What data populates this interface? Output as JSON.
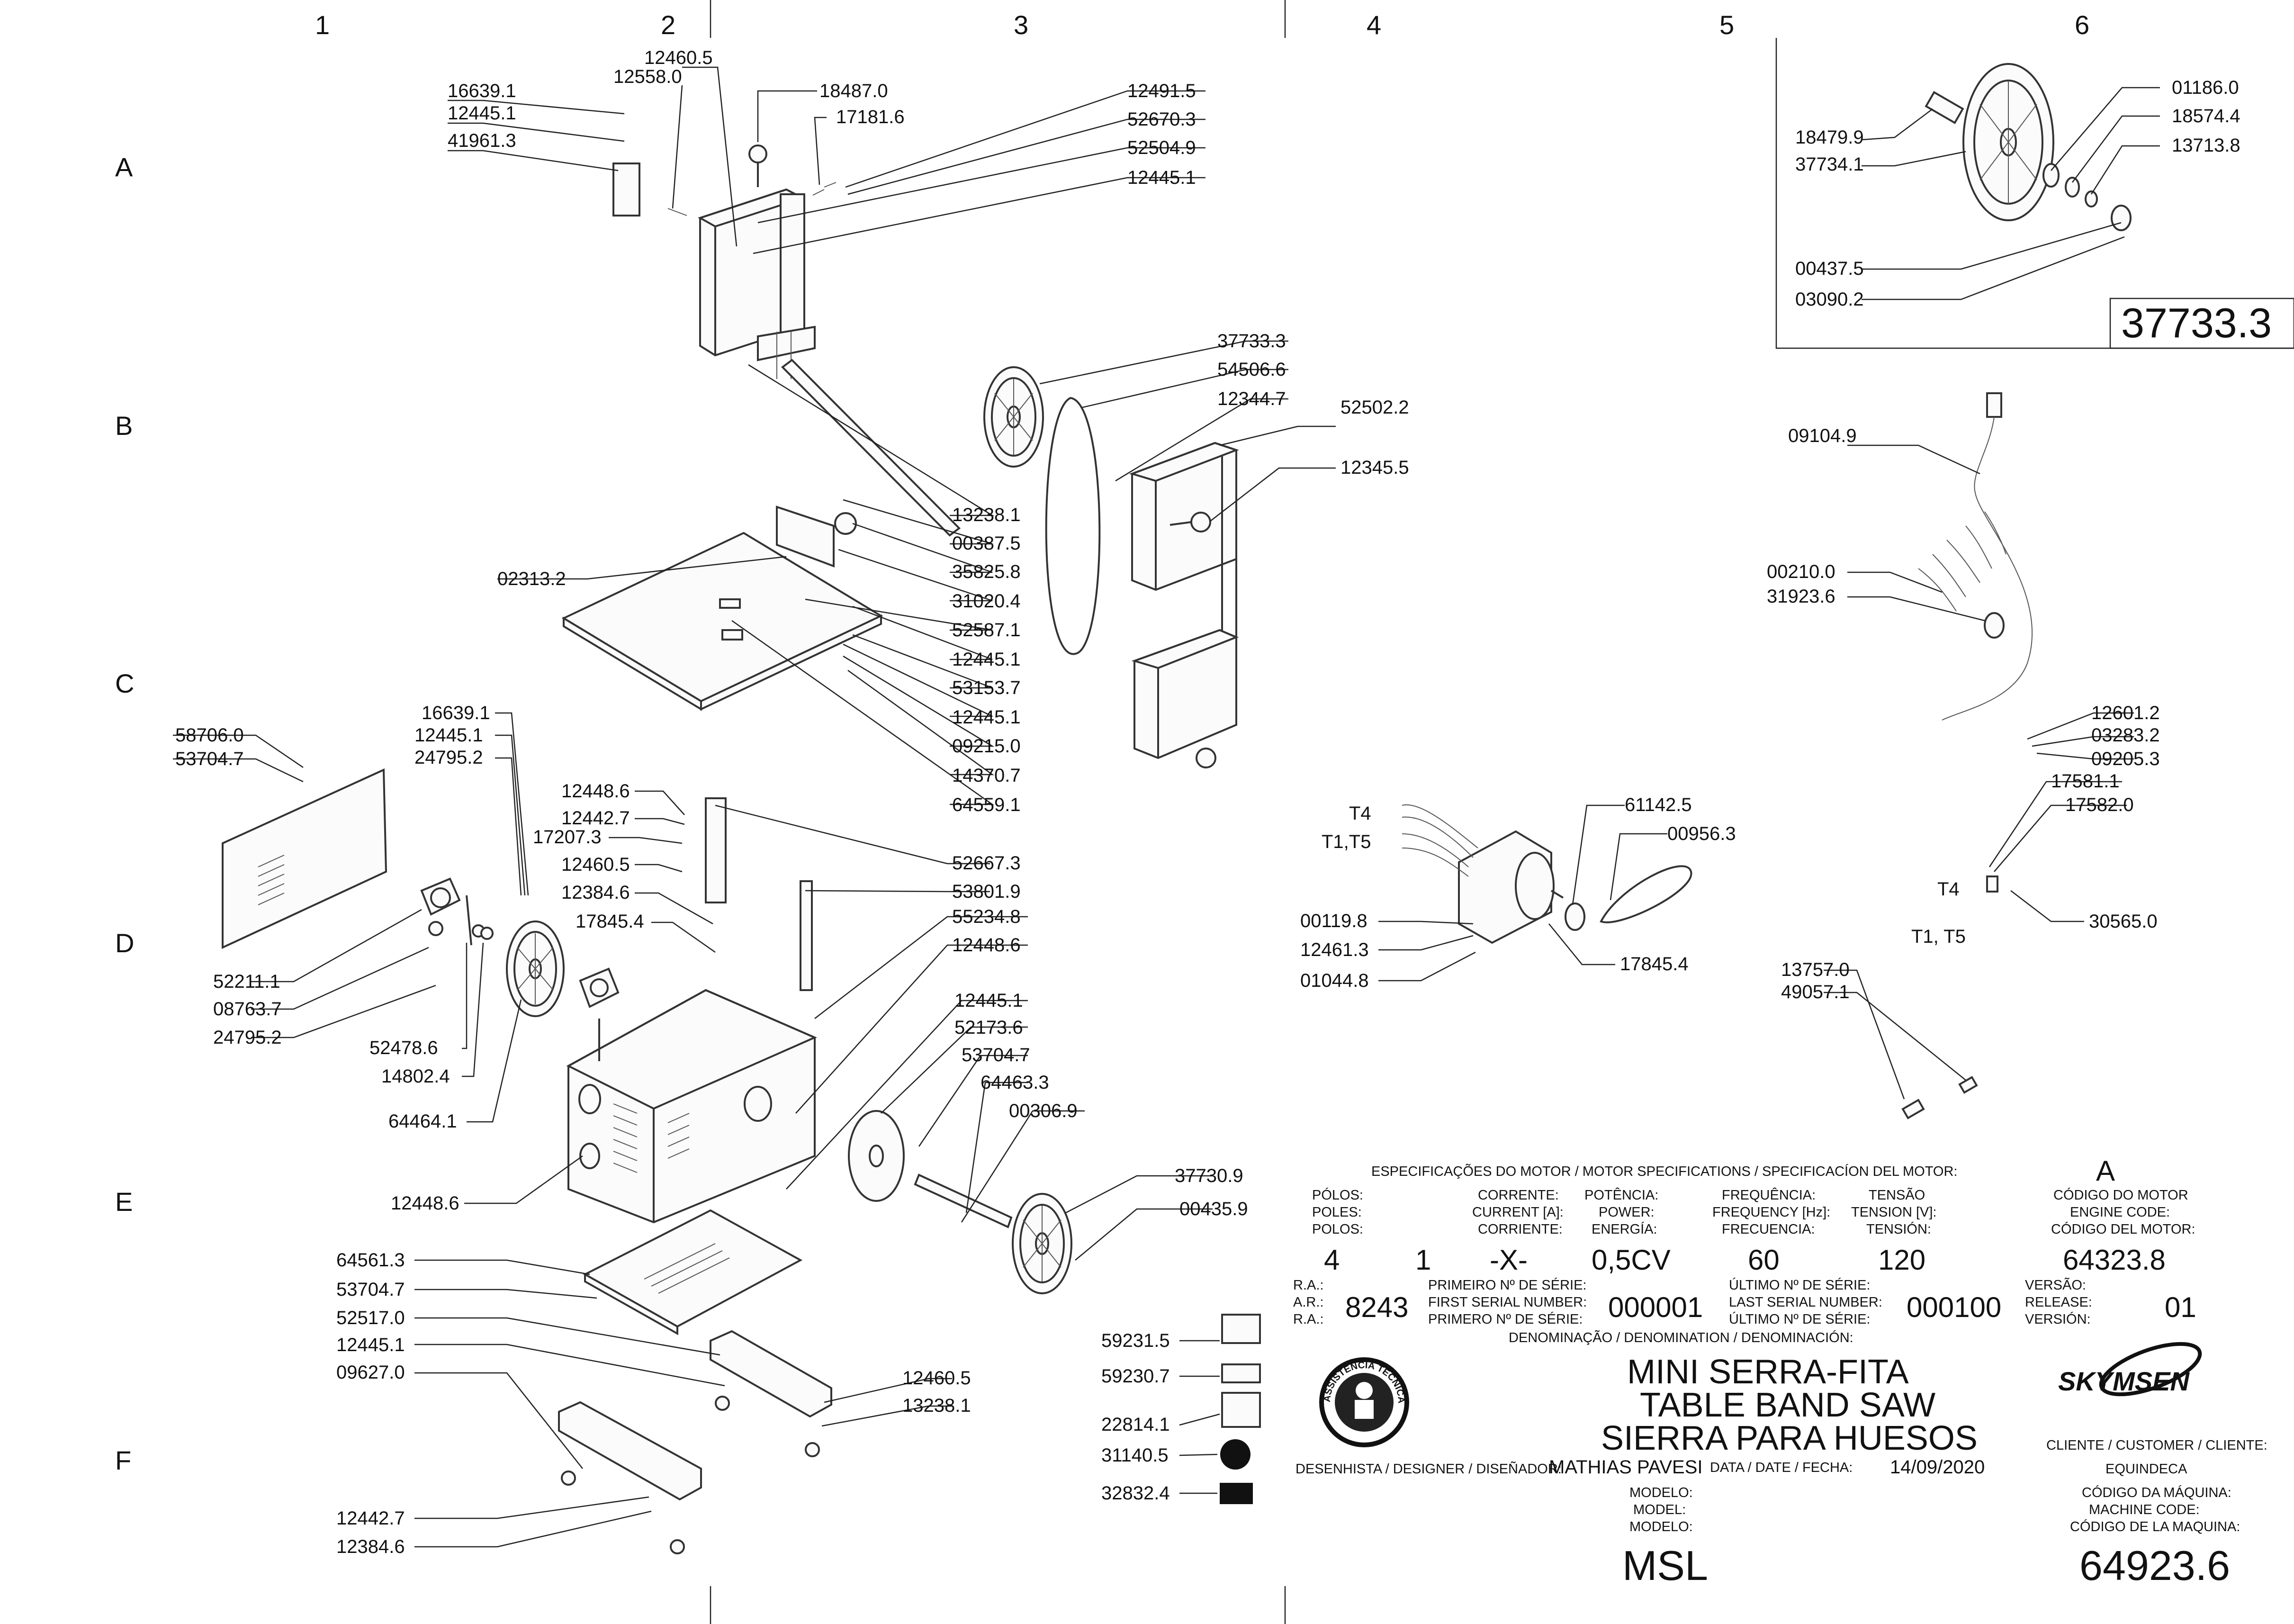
{
  "grid": {
    "columns": [
      "1",
      "2",
      "3",
      "4",
      "5",
      "6"
    ],
    "rows": [
      "A",
      "B",
      "C",
      "D",
      "E",
      "F"
    ]
  },
  "callouts": [
    "16639.1",
    "12445.1",
    "41961.3",
    "12460.5",
    "12558.0",
    "18487.0",
    "17181.6",
    "12491.5",
    "52670.3",
    "52504.9",
    "12445.1",
    "37733.3",
    "54506.6",
    "12344.7",
    "52502.2",
    "12345.5",
    "13238.1",
    "00387.5",
    "35825.8",
    "31020.4",
    "52587.1",
    "12445.1",
    "53153.7",
    "12445.1",
    "09215.0",
    "14370.7",
    "64559.1",
    "02313.2",
    "58706.0",
    "53704.7",
    "16639.1",
    "12445.1",
    "24795.2",
    "12448.6",
    "12442.7",
    "17207.3",
    "12460.5",
    "12384.6",
    "17845.4",
    "52667.3",
    "53801.9",
    "55234.8",
    "12448.6",
    "52211.1",
    "08763.7",
    "24795.2",
    "52478.6",
    "14802.4",
    "64464.1",
    "12445.1",
    "52173.6",
    "53704.7",
    "64463.3",
    "00306.9",
    "37730.9",
    "00435.9",
    "12448.6",
    "64561.3",
    "53704.7",
    "52517.0",
    "12445.1",
    "09627.0",
    "12460.5",
    "13238.1",
    "12442.7",
    "12384.6",
    "59231.5",
    "59230.7",
    "22814.1",
    "31140.5",
    "32832.4",
    "18479.9",
    "37734.1",
    "01186.0",
    "18574.4",
    "13713.8",
    "00437.5",
    "03090.2",
    "09104.9",
    "00210.0",
    "31923.6",
    "12601.2",
    "03283.2",
    "09205.3",
    "17581.1",
    "17582.0",
    "30565.0",
    "13757.0",
    "49057.1",
    "61142.5",
    "00956.3",
    "00119.8",
    "12461.3",
    "01044.8",
    "17845.4"
  ],
  "assembly_box": {
    "code": "37733.3"
  },
  "motor_labels": {
    "t4": "T4",
    "t1t5": "T1,T5",
    "t4_right": "T4",
    "t1t5_right": "T1, T5"
  },
  "title_block": {
    "heading": "ESPECIFICAÇÕES DO MOTOR / MOTOR SPECIFICATIONS / SPECIFICACÍON DEL MOTOR:",
    "revision": "A",
    "poles": {
      "l1": "PÓLOS:",
      "l2": "POLES:",
      "l3": "POLOS:",
      "value": "4"
    },
    "phase_value": "1",
    "current": {
      "l1": "CORRENTE:",
      "l2": "CURRENT [A]:",
      "l3": "CORRIENTE:",
      "value": "-X-"
    },
    "power": {
      "l1": "POTÊNCIA:",
      "l2": "POWER:",
      "l3": "ENERGÍA:",
      "value": "0,5CV"
    },
    "frequency": {
      "l1": "FREQUÊNCIA:",
      "l2": "FREQUENCY [Hz]:",
      "l3": "FRECUENCIA:",
      "value": "60"
    },
    "voltage": {
      "l1": "TENSÃO",
      "l2": "TENSION [V]:",
      "l3": "TENSIÓN:",
      "value": "120"
    },
    "motor_code": {
      "l1": "CÓDIGO DO MOTOR",
      "l2": "ENGINE CODE:",
      "l3": "CÓDIGO DEL MOTOR:",
      "value": "64323.8"
    },
    "ra": {
      "l1": "R.A.:",
      "l2": "A.R.:",
      "l3": "R.A.:",
      "value": "8243"
    },
    "first_serial": {
      "l1": "PRIMEIRO Nº DE SÉRIE:",
      "l2": "FIRST SERIAL NUMBER:",
      "l3": "PRIMERO Nº DE SÉRIE:",
      "value": "000001"
    },
    "last_serial": {
      "l1": "ÚLTIMO Nº DE SÉRIE:",
      "l2": "LAST SERIAL NUMBER:",
      "l3": "ÚLTIMO Nº DE SÉRIE:",
      "value": "000100"
    },
    "version": {
      "l1": "VERSÃO:",
      "l2": "RELEASE:",
      "l3": "VERSIÓN:",
      "value": "01"
    },
    "denomination_label": "DENOMINAÇÃO / DENOMINATION / DENOMINACIÓN:",
    "names": [
      "MINI SERRA-FITA",
      "TABLE BAND SAW",
      "SIERRA PARA HUESOS"
    ],
    "designer_label": "DESENHISTA / DESIGNER / DISEÑADOR:",
    "designer": "MATHIAS PAVESI",
    "date_label": "DATA / DATE / FECHA:",
    "date": "14/09/2020",
    "model_labels": [
      "MODELO:",
      "MODEL:",
      "MODELO:"
    ],
    "model": "MSL",
    "customer_label": "CLIENTE / CUSTOMER / CLIENTE:",
    "customer": "EQUINDECA",
    "machine_code_labels": [
      "CÓDIGO DA MÁQUINA:",
      "MACHINE CODE:",
      "CÓDIGO DE LA MAQUINA:"
    ],
    "machine_code": "64923.6",
    "brand": "SKYMSEN",
    "seal_text": "ASSISTÊNCIA TÉCNICA AUTORIZADA"
  }
}
